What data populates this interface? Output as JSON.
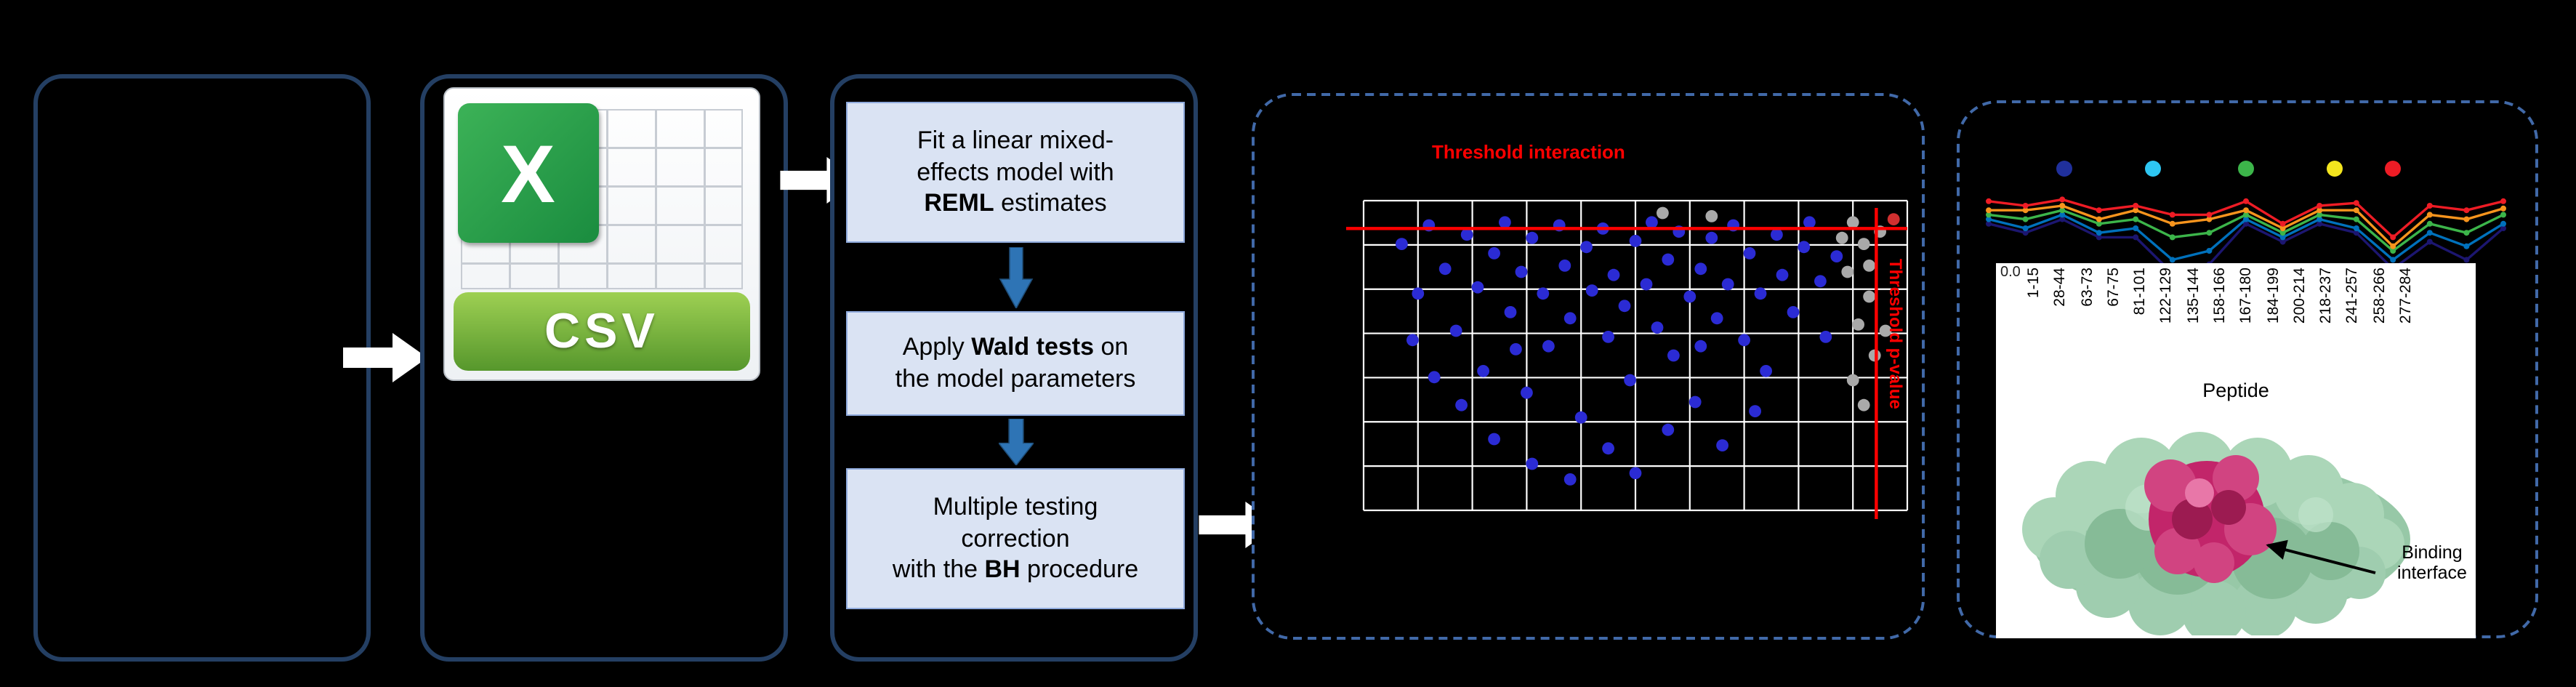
{
  "figure": {
    "background": "#000000"
  },
  "panels": {
    "csv": {
      "logo_letter": "X",
      "banner_text": "CSV"
    },
    "pipeline": {
      "step1": {
        "line1": "Fit a linear mixed-",
        "line2": "effects model with",
        "line3_bold": "REML",
        "line3_rest": " estimates"
      },
      "step2": {
        "line1_pre": "Apply ",
        "line1_bold": "Wald tests",
        "line1_post": " on",
        "line2": "the model parameters"
      },
      "step3": {
        "line1": "Multiple testing",
        "line2": "correction",
        "line3_pre": "with the ",
        "line3_bold": "BH",
        "line3_post": " procedure"
      }
    }
  },
  "chart_data": [
    {
      "type": "scatter",
      "description": "Significance plot of peptides with red threshold lines on black background with white grid",
      "units": "axes unlabeled in figure; point coordinates given as plot fractions (x right, y down)",
      "grid": {
        "cols": 10,
        "rows": 7,
        "color": "#ffffff"
      },
      "annotations": {
        "h_label": "Threshold interaction",
        "v_label": "Threshold p-value"
      },
      "thresholds": {
        "h_frac": 0.09,
        "v_frac": 0.943,
        "color": "#ff0000"
      },
      "series": [
        {
          "name": "significant-peptides",
          "color": "#2b2bd4",
          "points": [
            [
              0.07,
              0.14
            ],
            [
              0.1,
              0.3
            ],
            [
              0.12,
              0.08
            ],
            [
              0.15,
              0.22
            ],
            [
              0.17,
              0.42
            ],
            [
              0.19,
              0.11
            ],
            [
              0.21,
              0.28
            ],
            [
              0.22,
              0.55
            ],
            [
              0.24,
              0.17
            ],
            [
              0.26,
              0.07
            ],
            [
              0.27,
              0.36
            ],
            [
              0.29,
              0.23
            ],
            [
              0.3,
              0.62
            ],
            [
              0.31,
              0.12
            ],
            [
              0.33,
              0.3
            ],
            [
              0.34,
              0.47
            ],
            [
              0.36,
              0.08
            ],
            [
              0.37,
              0.21
            ],
            [
              0.38,
              0.38
            ],
            [
              0.4,
              0.7
            ],
            [
              0.41,
              0.15
            ],
            [
              0.42,
              0.29
            ],
            [
              0.44,
              0.09
            ],
            [
              0.45,
              0.44
            ],
            [
              0.46,
              0.24
            ],
            [
              0.48,
              0.34
            ],
            [
              0.49,
              0.58
            ],
            [
              0.5,
              0.13
            ],
            [
              0.52,
              0.27
            ],
            [
              0.53,
              0.07
            ],
            [
              0.54,
              0.41
            ],
            [
              0.56,
              0.19
            ],
            [
              0.57,
              0.5
            ],
            [
              0.58,
              0.1
            ],
            [
              0.6,
              0.31
            ],
            [
              0.61,
              0.65
            ],
            [
              0.62,
              0.22
            ],
            [
              0.64,
              0.12
            ],
            [
              0.65,
              0.38
            ],
            [
              0.67,
              0.27
            ],
            [
              0.68,
              0.08
            ],
            [
              0.7,
              0.45
            ],
            [
              0.71,
              0.17
            ],
            [
              0.73,
              0.3
            ],
            [
              0.74,
              0.55
            ],
            [
              0.76,
              0.11
            ],
            [
              0.77,
              0.24
            ],
            [
              0.79,
              0.36
            ],
            [
              0.81,
              0.15
            ],
            [
              0.82,
              0.07
            ],
            [
              0.84,
              0.26
            ],
            [
              0.85,
              0.44
            ],
            [
              0.87,
              0.18
            ],
            [
              0.24,
              0.77
            ],
            [
              0.31,
              0.85
            ],
            [
              0.45,
              0.8
            ],
            [
              0.56,
              0.74
            ],
            [
              0.66,
              0.79
            ],
            [
              0.13,
              0.57
            ],
            [
              0.09,
              0.45
            ],
            [
              0.38,
              0.9
            ],
            [
              0.5,
              0.88
            ],
            [
              0.72,
              0.68
            ],
            [
              0.28,
              0.48
            ],
            [
              0.62,
              0.47
            ],
            [
              0.18,
              0.66
            ]
          ]
        },
        {
          "name": "non-significant-peptides",
          "color": "#a9a9a9",
          "points": [
            [
              0.9,
              0.07
            ],
            [
              0.92,
              0.14
            ],
            [
              0.89,
              0.23
            ],
            [
              0.93,
              0.31
            ],
            [
              0.91,
              0.4
            ],
            [
              0.94,
              0.5
            ],
            [
              0.9,
              0.58
            ],
            [
              0.92,
              0.66
            ],
            [
              0.95,
              0.1
            ],
            [
              0.88,
              0.12
            ],
            [
              0.93,
              0.21
            ],
            [
              0.64,
              0.05
            ],
            [
              0.55,
              0.04
            ],
            [
              0.96,
              0.42
            ]
          ]
        },
        {
          "name": "highlighted-peptide",
          "color": "#d03030",
          "points": [
            [
              0.975,
              0.06
            ]
          ]
        }
      ]
    },
    {
      "type": "line",
      "description": "Relative deuterium uptake per peptide, multiple colored traces with legend dots",
      "categories": [
        "1-15",
        "28-44",
        "63-73",
        "67-75",
        "81-101",
        "122-129",
        "135-144",
        "158-166",
        "167-180",
        "184-199",
        "200-214",
        "218-237",
        "241-257",
        "258-266",
        "277-284"
      ],
      "xlabel": "Peptide",
      "y_tick": "0.0",
      "legend_colors": [
        "#20309c",
        "#2ec6f2",
        "#3cb54a",
        "#f3e51e",
        "#ee1c25"
      ],
      "series": [
        {
          "name": "series-navy",
          "color": "#1c1670",
          "values": [
            0.55,
            0.45,
            0.6,
            0.4,
            0.4,
            0.0,
            0.1,
            0.55,
            0.35,
            0.55,
            0.45,
            0.05,
            0.35,
            0.15,
            0.5
          ]
        },
        {
          "name": "series-blue",
          "color": "#0071bc",
          "values": [
            0.6,
            0.5,
            0.65,
            0.45,
            0.5,
            0.15,
            0.25,
            0.6,
            0.4,
            0.6,
            0.5,
            0.15,
            0.45,
            0.3,
            0.55
          ]
        },
        {
          "name": "series-green",
          "color": "#3cb54a",
          "values": [
            0.65,
            0.6,
            0.7,
            0.55,
            0.6,
            0.4,
            0.45,
            0.65,
            0.45,
            0.65,
            0.6,
            0.25,
            0.55,
            0.45,
            0.65
          ]
        },
        {
          "name": "series-orange",
          "color": "#f7941d",
          "values": [
            0.7,
            0.7,
            0.75,
            0.6,
            0.7,
            0.55,
            0.6,
            0.7,
            0.5,
            0.7,
            0.7,
            0.3,
            0.65,
            0.6,
            0.72
          ]
        },
        {
          "name": "series-red",
          "color": "#ee1c25",
          "values": [
            0.8,
            0.75,
            0.82,
            0.7,
            0.75,
            0.65,
            0.65,
            0.8,
            0.55,
            0.75,
            0.78,
            0.4,
            0.75,
            0.7,
            0.8
          ]
        }
      ],
      "annotation": {
        "line1": "Binding",
        "line2": "interface"
      }
    }
  ]
}
